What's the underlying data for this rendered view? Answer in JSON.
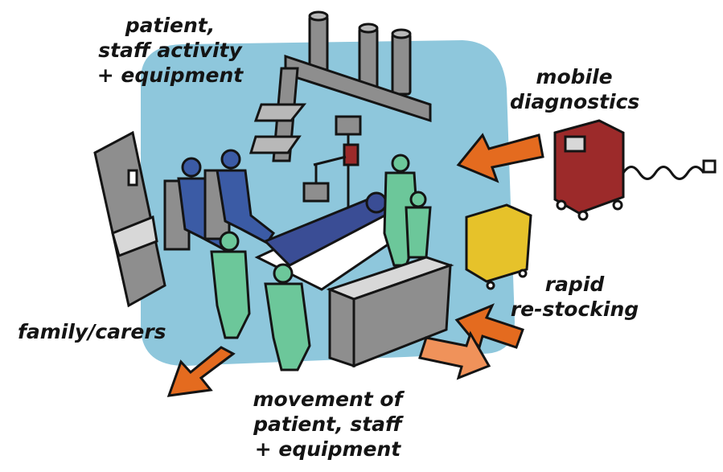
{
  "labels": {
    "activity": [
      "patient,",
      "staff activity",
      "+ equipment"
    ],
    "mobile": [
      "mobile",
      "diagnostics"
    ],
    "rapid": [
      "rapid",
      "re-stocking"
    ],
    "family": [
      "family/carers"
    ],
    "movement": [
      "movement of",
      "patient, staff",
      "+ equipment"
    ]
  },
  "colors": {
    "room": "#8ec7dc",
    "staff": "#6cc79a",
    "family": "#3b5ba5",
    "patient": "#3a4d95",
    "arrow": "#e46b1f",
    "arrow_light": "#f0925a",
    "diagnostics": "#9c2a2a",
    "cart": "#e6c22a",
    "equipment": "#8e8e8e"
  }
}
